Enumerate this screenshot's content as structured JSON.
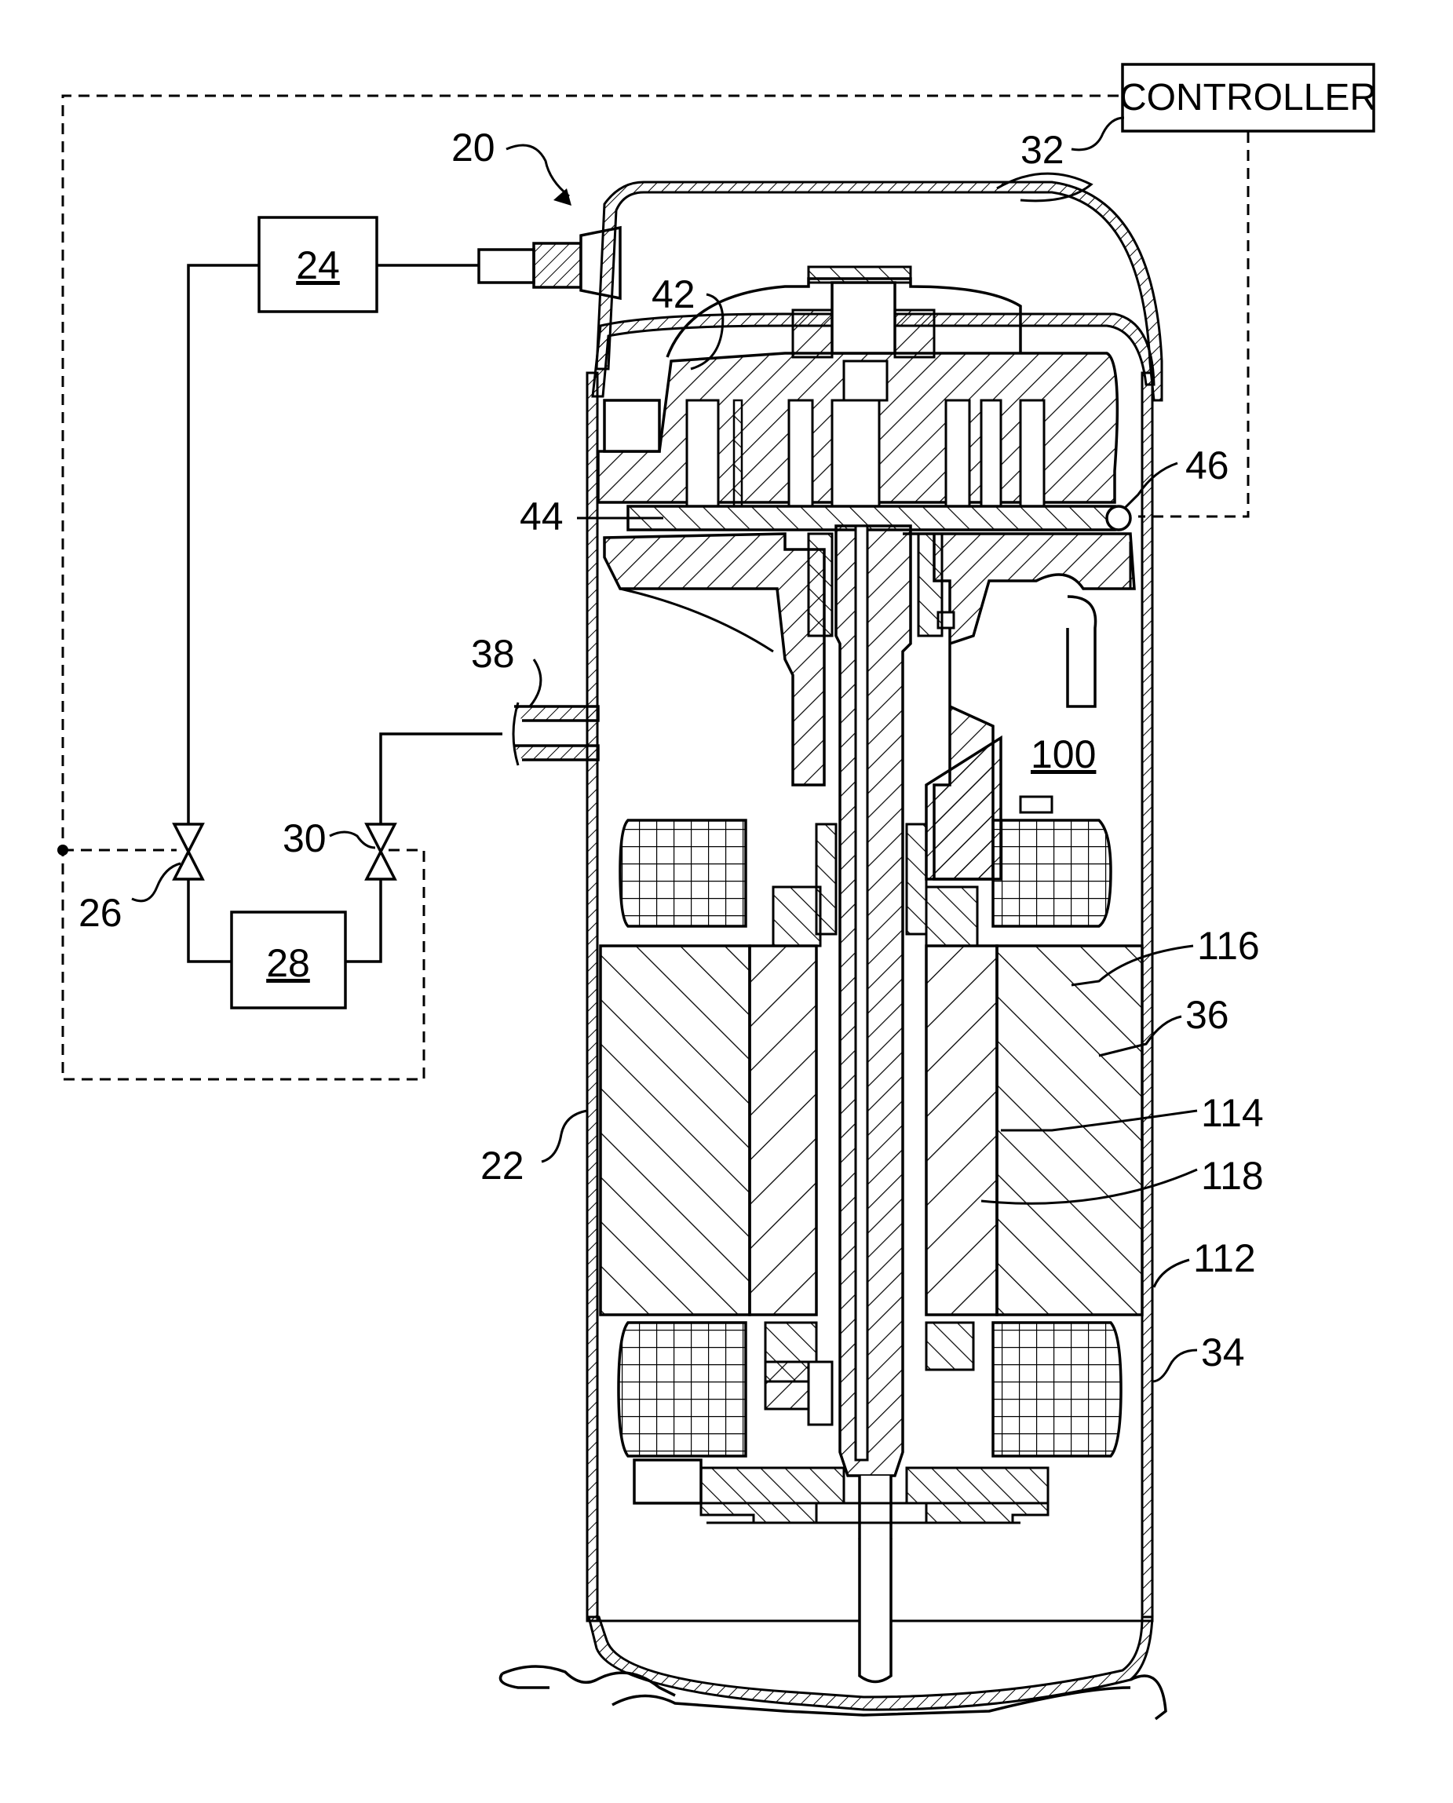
{
  "controller_label": "CONTROLLER",
  "refs": {
    "r20": "20",
    "r24": "24",
    "r28": "28",
    "r32": "32",
    "r42": "42",
    "r44": "44",
    "r46": "46",
    "r38": "38",
    "r100": "100",
    "r30": "30",
    "r26": "26",
    "r116": "116",
    "r36": "36",
    "r114": "114",
    "r118": "118",
    "r22": "22",
    "r112": "112",
    "r34": "34"
  },
  "colors": {
    "line": "#000000",
    "background": "#ffffff"
  }
}
